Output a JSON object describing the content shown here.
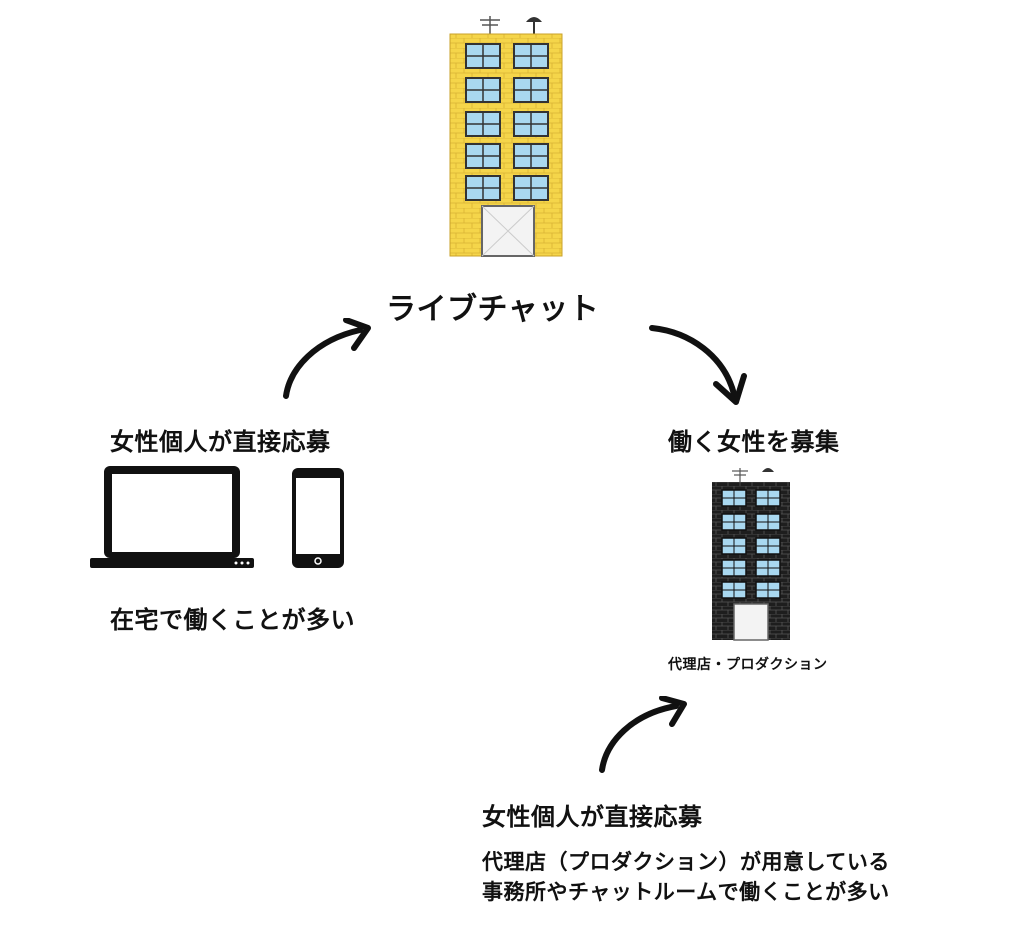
{
  "center": {
    "title": "ライブチャット"
  },
  "left": {
    "heading": "女性個人が直接応募",
    "caption": "在宅で働くことが多い"
  },
  "right": {
    "heading": "働く女性を募集",
    "building_label": "代理店・プロダクション"
  },
  "bottom": {
    "heading": "女性個人が直接応募",
    "line1": "代理店（プロダクション）が用意している",
    "line2": "事務所やチャットルームで働くことが多い"
  },
  "colors": {
    "yellow_building": "#f5d54a",
    "dark_building": "#1e1e1e",
    "window_glass": "#a9d8f0",
    "arrow": "#111111"
  },
  "icons": [
    "antenna-icon",
    "satellite-dish-icon",
    "laptop-icon",
    "smartphone-icon",
    "arrow-icon"
  ]
}
